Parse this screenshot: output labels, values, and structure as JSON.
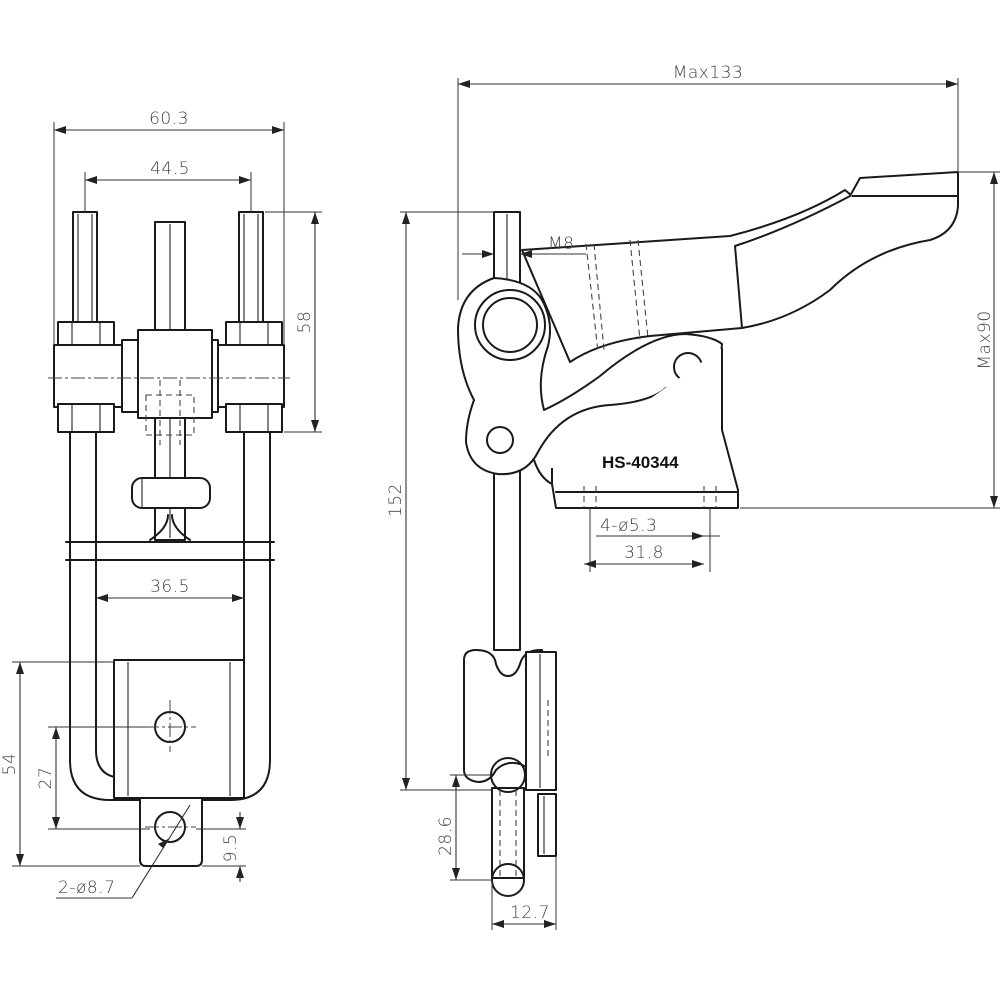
{
  "model": "HS-40344",
  "front_view": {
    "dims": {
      "overall_width": "60.3",
      "stud_spacing": "44.5",
      "stud_length": "58",
      "inner_width": "36.5",
      "height_54": "54",
      "height_27": "27",
      "tab_9_5": "9.5",
      "holes": "2-ø8.7"
    }
  },
  "side_view": {
    "dims": {
      "max_length": "Max133",
      "max_height": "Max90",
      "thread": "M8",
      "total_152": "152",
      "base_holes": "4-ø5.3",
      "hole_spacing": "31.8",
      "hook_28_6": "28.6",
      "hook_12_7": "12.7"
    }
  }
}
